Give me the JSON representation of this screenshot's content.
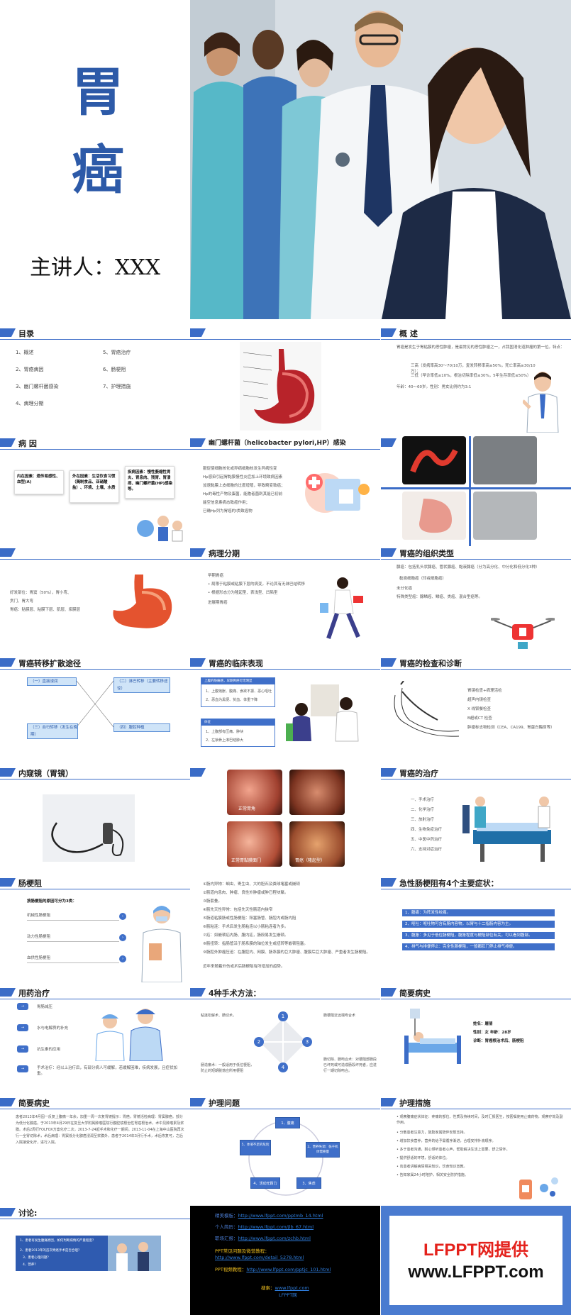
{
  "cover": {
    "title_1": "胃",
    "title_2": "癌",
    "speaker": "主讲人：XXX"
  },
  "toc": {
    "title": "目录",
    "items": [
      "1、概述",
      "2、胃癌病因",
      "3、幽门螺杆菌感染",
      "4、病理分期",
      "5、胃癌治疗",
      "6、肠梗阻",
      "7、护理措施"
    ]
  },
  "overview": {
    "title": "概 述",
    "intro": "胃癌是发生于胃粘膜的恶性肿瘤，是最常见的恶性肿瘤之一，占我国消化道肿瘤的第一位。特点：",
    "p1": "三高（发病率高30～70/10万，复发转移率高≥50%，死亡率高≥30/10万）；",
    "p2": "三低（早诊率低≤10%，根治切除率低≤30%，5年生存率低≤50%）",
    "p3": "年龄：40～60岁。性别：男女比例约为3:1"
  },
  "cause": {
    "title": "病 因",
    "c1": "内在因素：遗传易感性、血型(A)",
    "c2": "外在因素：生活饮食习惯（腌制食品、亚硝酸盐）、环境、土壤、水质",
    "c3": "疾病因素：慢性萎缩性胃炎、胃息肉、残胃、胃溃疡、幽门螺杆菌(HP)感染等。"
  },
  "hp": {
    "title": "幽门螺杆菌（helicobacter pylori,HP）感染",
    "l1": "服促使细胞核化或异病细胞核发生异病性变",
    "l2": "Hp感染引起胃黏膜慢性炎症加上环境致病因素",
    "l3": "加速黏膜上皮细胞的过度增殖，导致畸变致癌；",
    "l4": "Hp的毒性产物及蛋菌，能胞者菌刺其能已初前",
    "l5": "能空信息素病态致癌作用；",
    "l6": "已确Hp列为胃癌的I类致癌物"
  },
  "pathology": {
    "title": "病理分期",
    "l1": "早期胃癌",
    "l2": "• 局限于粘膜或粘膜下层的病变，不论其有无淋巴结转移",
    "l3": "• 根据形态分为隆起型、表浅型、凹陷型",
    "l4": "进展期胃癌"
  },
  "site": {
    "l1": "好发部位：胃窦（50%），胃小弯、",
    "l2": "贲门、胃大弯",
    "l3": "胃癌：贴膜层、粘膜下层、肌层、浆膜层"
  },
  "tissue": {
    "title": "胃癌的组织类型",
    "l1": "腺癌：包括乳头状腺癌、管状腺癌、黏液腺癌（分为高分化、中分化和低分化3种）",
    "l2": "黏液细胞癌（印戒细胞癌）",
    "l3": "未分化癌",
    "l4": "特殊类型癌：腺鳞癌、鳞癌、类癌、混合型癌等。"
  },
  "spread": {
    "title": "胃癌转移扩散途径",
    "a": "（一）直接浸润",
    "b": "（二）淋巴转移（主要转移途径）",
    "c": "（三）血行转移（发生在晚期）",
    "d": "（四）腹腔种植"
  },
  "clinical": {
    "title": "胃癌的临床表现",
    "h1": "上腹的隐痛感，早期胃癌可无明显",
    "i1": "1、上腹饱胀、腹痛、食欲不振、恶心呕吐",
    "i2": "2、恶血为黑便、贫血、体重下降",
    "h2": "体征",
    "i3": "1、上腹部有压痛、肿块",
    "i4": "2、左锁骨上淋巴结肿大"
  },
  "diagnosis": {
    "title": "胃癌的检查和诊断",
    "l1": "胃镜检查+病理活检",
    "l2": "超声内镜检查",
    "l3": "X 线钡餐检查",
    "l4": "B超或CT 检查",
    "l5": "肿瘤标志物检测（CEA、CA199、胃蛋白酶原等）"
  },
  "endoscope": {
    "title": "内窥镜（胃镜）"
  },
  "endo_imgs": {
    "c1": "正常胃角",
    "c2": "正常胃黏膜面门",
    "c3": "胃癌（隆起型）"
  },
  "treatment": {
    "title": "胃癌的治疗",
    "items": [
      "一、手术治疗",
      "二、化学治疗",
      "三、放射治疗",
      "四、生物免疫治疗",
      "五、中医中药治疗",
      "六、支持对症治疗"
    ]
  },
  "obstruction": {
    "title": "肠梗阻",
    "sub": "按肠梗阻的原因可分为3类：",
    "t1": "机械性肠梗阻",
    "t2": "动力性肠梗阻",
    "t3": "血供性肠梗阻"
  },
  "obstruction_text": {
    "l1": "①肠内异物：蛔虫、寄生虫、大的胆石及粪球堵塞或嵌顿",
    "l2": "②肠道内息肉、肿瘤、良性外肿瘤或肿已程块聚。",
    "l3": "③肠套叠。",
    "l4": "④肠先天性异常：包括先天性肠道内狭窄",
    "l5": "⑤肠道粘膜肠或性肠梗阻：阳塞肠管、肠腔内或肠内阻",
    "l6": "⑥肠粘连：手术后发生肠粘连以小肠粘连者为多。",
    "l7": "⑦疝：如嵌顿疝内肠、腹内疝，肠段易发生嵌顿。",
    "l8": "⑧肠扭转：指肠管沿于肠系膜的轴位发生或扭转等嵌顿阻塞。",
    "l9": "⑨肠腔外肿瘤压迫：在腹腔内、网膜、肠系膜的巨大肿瘤、腹膜后巨大肿瘤、严重者发生肠梗阻。",
    "l10": "近年来随着外伤或术后肠梗阻有所增加的趋势。"
  },
  "acute": {
    "title": "急性肠梗阻有4个主要症状：",
    "s1": "1、腹痛：为阵发性绞痛。",
    "s2": "2、呕吐：呕吐物可含有肠内容物，以胃与十二指肠内容为主。",
    "s3": "3、腹胀：多见于低位肠梗阻，腹胀程度与梗阻部位有关，可以看到腹部。",
    "s4": "4、排气与排便停止：完全性肠梗阻，一般都肛门停止排气排便。"
  },
  "drug": {
    "title": "用药治疗",
    "d1": "胃肠减压",
    "d2": "水与电解质的补充",
    "d3": "抗生素的应用",
    "d4": "手术治疗：经以上治疗后，有部分病人可缓解，若缓解困难，疾病发展，且症状加重。"
  },
  "surgery": {
    "title": "4种手术方法：",
    "m1": "粘连松解术、肠切术。",
    "m2": "肠梗阻近远端吻合术",
    "m3": "肠造瘘术：一般适用于低位梗阻，防止的短期脱落应所用梗阻",
    "m4": "肠切除、肠吻合术：对梗阻部肠段已坏死或可造成肠段坏死者，应进行一期切除吻合。",
    "n1": "1",
    "n2": "2",
    "n3": "3",
    "n4": "4"
  },
  "history1": {
    "title": "简要病史",
    "l1": "姓名：屠倩",
    "l2": "性别：女  年龄：28岁",
    "l3": "诊断：胃癌根治术后、肠梗阻"
  },
  "history2": {
    "title": "简要病史",
    "text": "患者2013年4月因一反复上腹痛一年余，加重一周一次复胃镜提示：胃癌，胃镜活检病理：胃窦腺癌。部分为低分化腺癌。于2013年4月29日在复旦大学附属肿瘤医院行腹腔镜根治性胃癌根治术，术中见肿瘤累及浆膜。术后2周行FOLFOX方案化疗二次，2013-7-24起手术和化疗一期间。2013-11-04在上海中山医院再次行一全胃切除术，术后病理：胃窦低分化腺癌浸润至浆膜外，患者于2014年3月行手术，术后恢复可，之后入院接受化疗，进行入院。"
  },
  "nursing_problem": {
    "title": "护理问题",
    "p1": "1、腹痛",
    "p2": "2、营养失调：低于机体需要量",
    "p3": "3、焦虑",
    "p4": "4、活动无耐力",
    "p5": "5、体液不足的危险"
  },
  "nursing": {
    "title": "护理措施",
    "items": [
      "• 观察腹痛症状体征：疼痛的部位、性质及持续时间，及时汇报医生，按医嘱使用止痛药物，观察疗效及副作用。",
      "• 分散患者注意力，鼓励家属陪伴安慰支持。",
      "• 增加饮食营养，营养的给予需循序渐进，合理安排补液顺序。",
      "• 多于患者沟通，耐心倾听患者心声，帮助解决生活上需要，舒之情怀。",
      "• 提供舒适的环境，舒适的体位。",
      "• 向患者讲解病情相关知识，饮食知识宣教。",
      "• 告知家属24小时陪护，相关安全防护措施。"
    ]
  },
  "discussion": {
    "title": "讨论:",
    "q1": "1、患者有发生腹痛原因，如何判断病情的严重程度？",
    "q2": "2、患者2013年的首次胃癌手术是否合理？",
    "q3": "3、患者心理问题？",
    "q4": "4、营养？"
  },
  "links": {
    "l1_label": "精美模板：",
    "l1_url": "http://www.lfppt.com/pptmb_14.html",
    "l2_label": "个人简历：",
    "l2_url": "http://www.lfppt.com/jlb_67.html",
    "l3_label": "职场汇报：",
    "l3_url": "http://www.lfppt.com/zchb.html",
    "l4_label": "PPT常见问题及微营教程：",
    "l4_url": "http://www.lfppt.com/detail_5278.html",
    "l5_label": "PPT视频教程：",
    "l5_url": "http://www.lfppt.com/pptjc_101.html",
    "l6_label": "搜索：",
    "l6_url": "www.lfppt.com",
    "l7": "LFPPT网"
  },
  "brand": {
    "line1": "LFPPT网提供",
    "line2": "www.LFPPT.com"
  },
  "colors": {
    "accent": "#3b6cc7",
    "title_blue": "#2d5aa8",
    "brand_red": "#e4211b"
  }
}
